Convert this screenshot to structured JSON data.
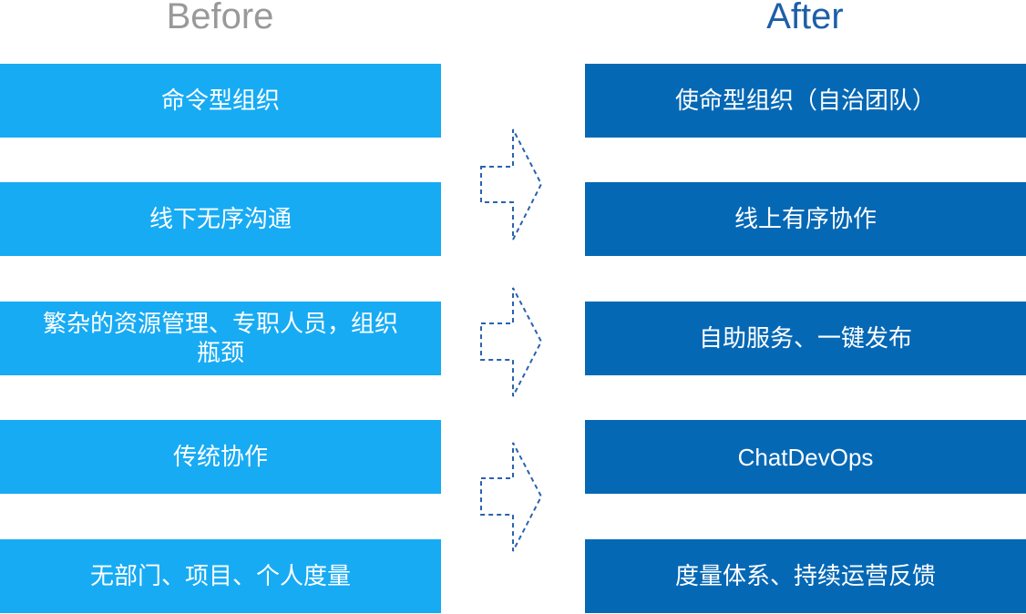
{
  "headers": {
    "before": "Before",
    "after": "After"
  },
  "before": [
    "命令型组织",
    "线下无序沟通",
    "繁杂的资源管理、专职人员，组织瓶颈",
    "传统协作",
    "无部门、项目、个人度量"
  ],
  "after": [
    "使命型组织（自治团队）",
    "线上有序协作",
    "自助服务、一键发布",
    "ChatDevOps",
    "度量体系、持续运营反馈"
  ],
  "colors": {
    "before_box": "#17abf4",
    "after_box": "#0568b5",
    "arrow": "#2a62ad"
  }
}
